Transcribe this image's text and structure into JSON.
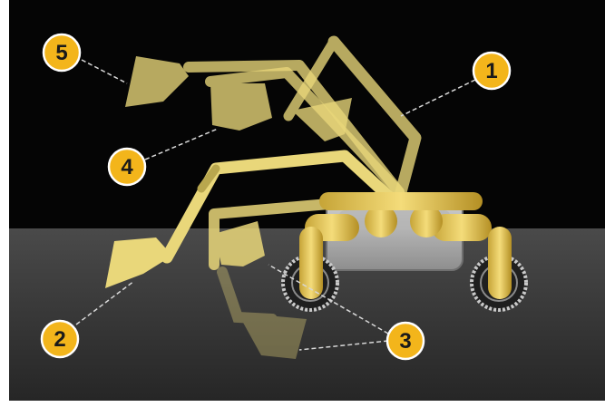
{
  "figure": {
    "background_sky": "#050505",
    "background_ground": "#3a3a3a",
    "arm_color": "#e9d77a",
    "arm_shadow": "#b9a74e",
    "callout_fill": "#f3b51b",
    "callout_stroke": "#ffffff",
    "leader_color": "#d8d8d8"
  },
  "callouts": [
    {
      "label": "1"
    },
    {
      "label": "2"
    },
    {
      "label": "3"
    },
    {
      "label": "4"
    },
    {
      "label": "5"
    }
  ]
}
